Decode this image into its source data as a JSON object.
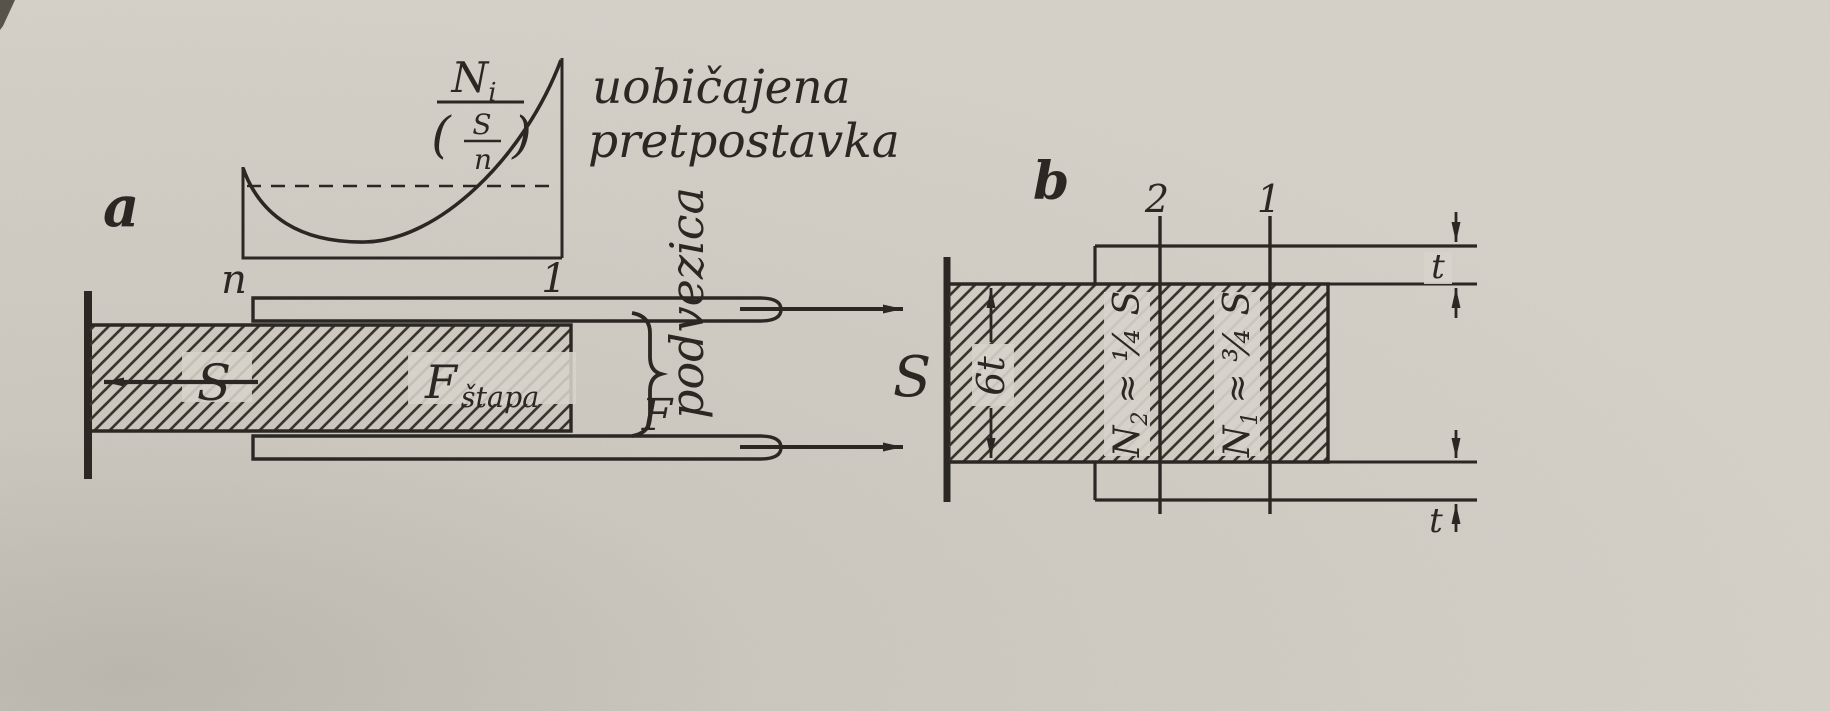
{
  "page": {
    "paper_color": "#d7d3cb",
    "ink_color": "#2b2824"
  },
  "figure_a": {
    "label": "a",
    "plot": {
      "num_symbol": "N",
      "num_sub": "i",
      "den_open": "(",
      "den_top": "S",
      "den_bottom": "n",
      "den_close": ")",
      "x_left": "n",
      "x_right": "1"
    },
    "note1": "uobičajena",
    "note2": "pretpostavka",
    "inner_force": "S",
    "bar_force_symbol": "F",
    "bar_force_sub": "štapa",
    "strap_force_symbol": "F",
    "strap_label": "podvezica",
    "outer_force": "S"
  },
  "figure_b": {
    "label": "b",
    "section_2": "2",
    "section_1": "1",
    "thickness": "6t",
    "n2": {
      "symbol": "N",
      "sub": "2",
      "rest": "≈ ¼ S"
    },
    "n1": {
      "symbol": "N",
      "sub": "1",
      "rest": "≈ ¾ S"
    },
    "t_top": "t",
    "t_bottom": "t"
  }
}
